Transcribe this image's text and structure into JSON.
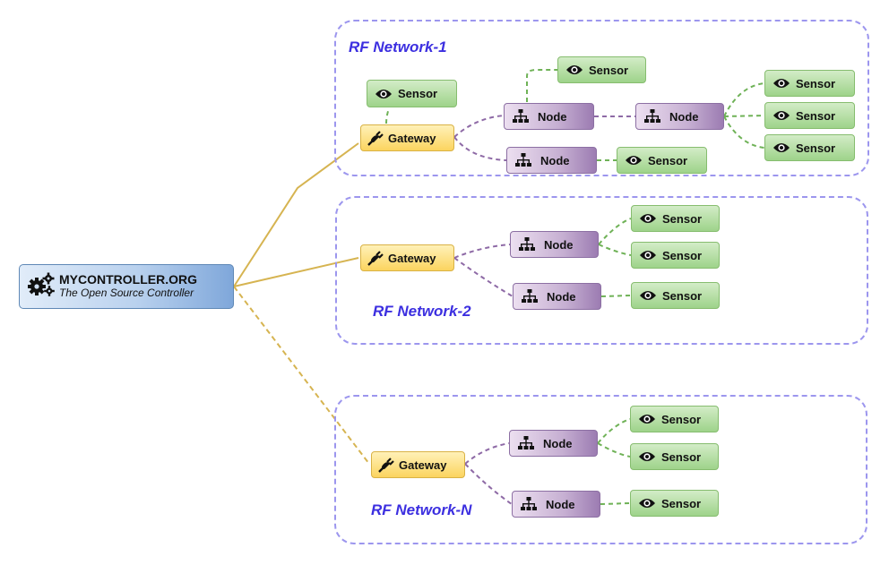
{
  "controller": {
    "title": "MYCONTROLLER.ORG",
    "subtitle": "The Open Source Controller",
    "icon": "gears-icon"
  },
  "networks": [
    {
      "title": "RF Network-1"
    },
    {
      "title": "RF Network-2"
    },
    {
      "title": "RF Network-N"
    }
  ],
  "labels": {
    "gateway": "Gateway",
    "node": "Node",
    "sensor": "Sensor"
  },
  "colors": {
    "network_border": "#9c96ee",
    "network_title": "#3c2fe0",
    "gateway_fill": "#fbd45f",
    "node_fill": "#9c7cb2",
    "sensor_fill": "#9ed38a",
    "controller_fill": "#7fa7da",
    "link_gateway": "#d6b451",
    "link_node": "#8e6aa6",
    "link_sensor": "#6fb257"
  }
}
